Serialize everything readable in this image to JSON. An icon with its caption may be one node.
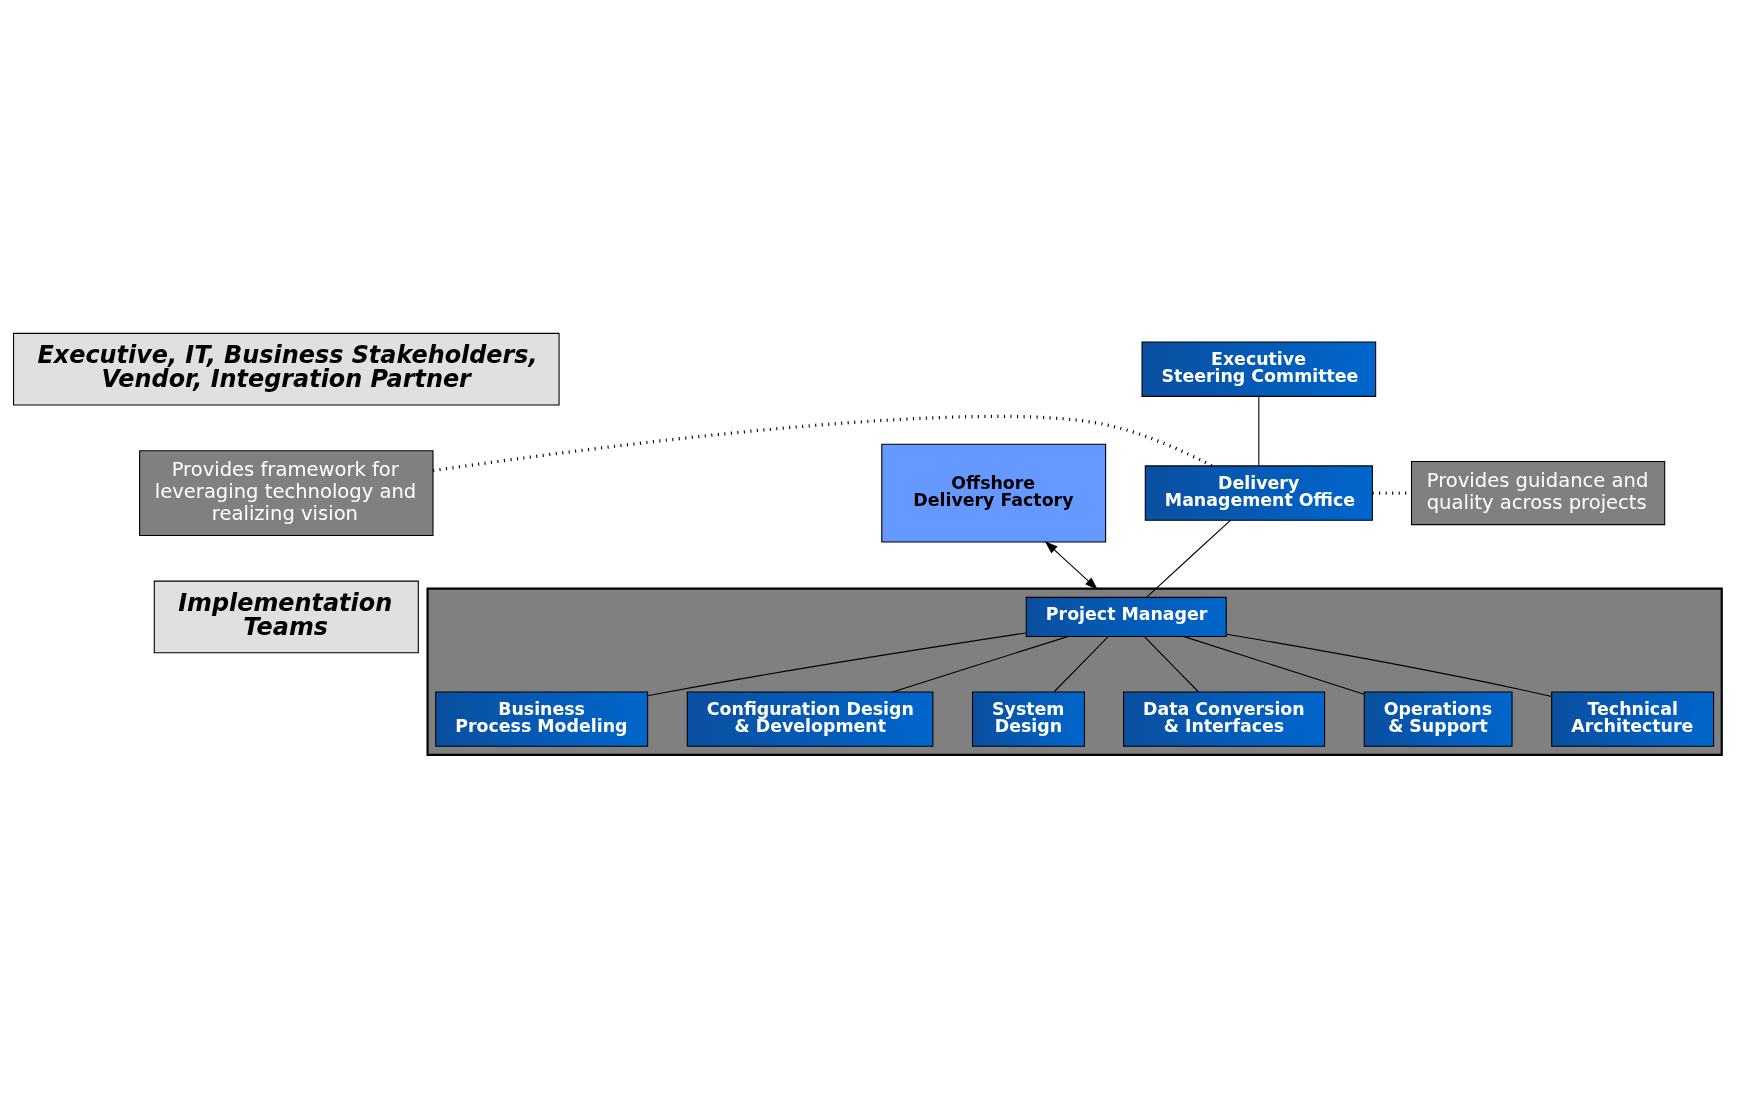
{
  "diagram": {
    "nodes": [
      {
        "text": [
          "Executive, IT, Business Stakeholders, Vendor, Integration Partner"
        ]
      },
      {
        "text": [
          "Executive Steering Committee"
        ]
      },
      {
        "text": [
          "Provides framework for leveraging technology and realizing vision"
        ]
      },
      {
        "text": [
          "Delivery Management Office"
        ]
      },
      {
        "text": [
          "Provides guidance and quality across projects"
        ]
      },
      {
        "text": [
          "Implementation Teams"
        ]
      },
      {
        "text": [],
        "shape": "box"
      },
      {
        "text": [
          "Project Manager"
        ],
        "in": 6
      },
      {
        "text": [
          "Business Process Modeling"
        ],
        "in": 6
      },
      {
        "text": [
          "Configuration Design & Development"
        ],
        "in": 6
      },
      {
        "text": [
          "System Design"
        ],
        "in": 6
      },
      {
        "text": [
          "Data Conversion & Interfaces"
        ],
        "in": 6
      },
      {
        "text": [
          "Operations & Support"
        ],
        "in": 6
      },
      {
        "text": [
          "Technical Architecture"
        ],
        "in": 6
      },
      {
        "text": [
          "Offshore Delivery Factory"
        ]
      }
    ],
    "edges": [
      {
        "from": 1,
        "to": 3,
        "arrow": "none"
      },
      {
        "from": 2,
        "to": 3,
        "arrow": "none",
        "style": "dashed"
      },
      {
        "from": 3,
        "to": 4,
        "arrow": "none",
        "style": "dashed"
      },
      {
        "from": 3,
        "to": 7,
        "arrow": "none"
      },
      {
        "from": 7,
        "to": 8,
        "arrow": "none"
      },
      {
        "from": 7,
        "to": 9,
        "arrow": "none"
      },
      {
        "from": 7,
        "to": 10,
        "arrow": "none"
      },
      {
        "from": 7,
        "to": 11,
        "arrow": "none"
      },
      {
        "from": 7,
        "to": 12,
        "arrow": "none"
      },
      {
        "from": 7,
        "to": 13,
        "arrow": "none"
      },
      {
        "from": 14,
        "to": 6,
        "arrow": "both"
      }
    ]
  }
}
